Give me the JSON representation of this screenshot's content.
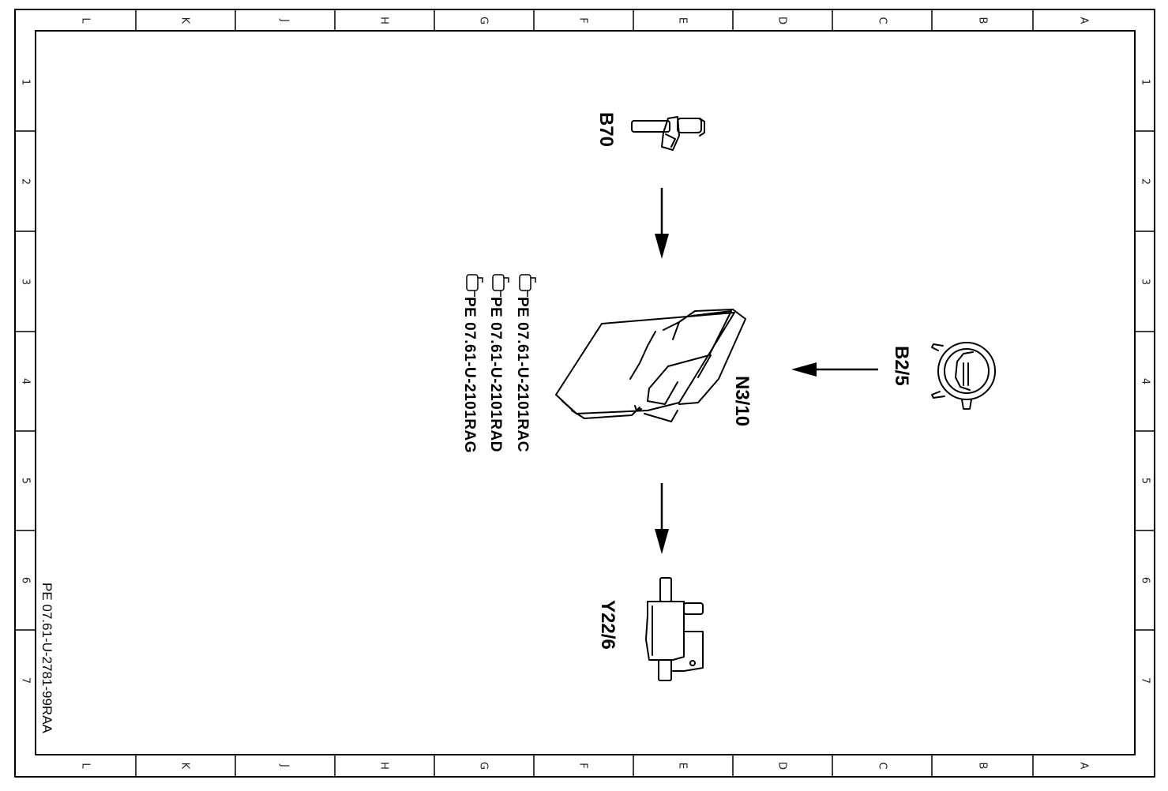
{
  "frame": {
    "column_letters": [
      "L",
      "K",
      "J",
      "H",
      "G",
      "F",
      "E",
      "D",
      "C",
      "B",
      "A"
    ],
    "row_numbers": [
      "1",
      "2",
      "3",
      "4",
      "5",
      "6",
      "7"
    ]
  },
  "components": {
    "b70": {
      "label": "B70"
    },
    "n3_10": {
      "label": "N3/10"
    },
    "b2_5": {
      "label": "B2/5"
    },
    "y22_6": {
      "label": "Y22/6"
    }
  },
  "references": [
    "PE 07.61-U-2101RAC",
    "PE 07.61-U-2101RAD",
    "PE 07.61-U-2101RAG"
  ],
  "icons": {
    "reference": "pointing-hand-icon"
  },
  "document_number": "PE 07.61-U-2781-99RAA"
}
